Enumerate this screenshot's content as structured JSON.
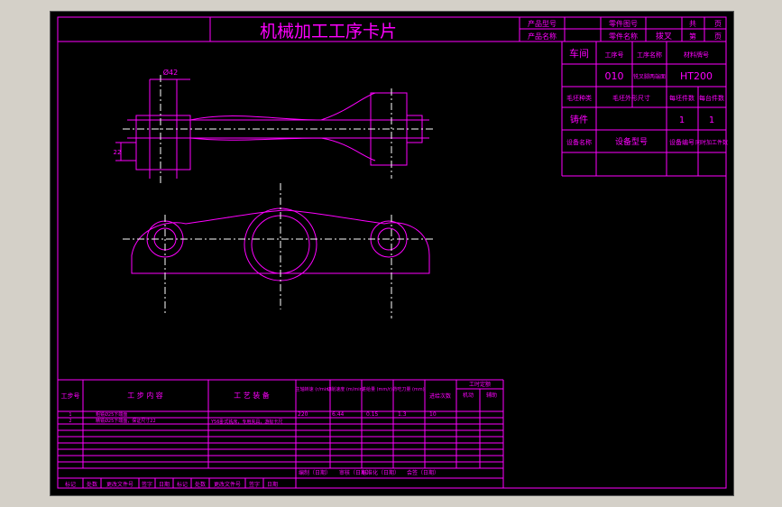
{
  "card": {
    "title": "机械加工工序卡片",
    "product_model_label": "产品型号",
    "product_name_label": "产品名称",
    "part_drawing_label": "零件图号",
    "part_name_label": "零件名称",
    "total_label": "共",
    "page_label": "页",
    "sheet_label": "第",
    "page_label2": "页",
    "part_name_value": "拨叉"
  },
  "header": {
    "workshop_label": "车间",
    "op_no_label": "工序号",
    "op_name_label": "工序名称",
    "material_label": "材料牌号",
    "op_no": "010",
    "op_name": "铣叉脚两端面",
    "material": "HT200",
    "blank_type_label": "毛坯种类",
    "blank_size_label": "毛坯外形尺寸",
    "blank_per_label": "每坯件数",
    "per_unit_label": "每台件数",
    "blank_type": "铸件",
    "blank_per": "1",
    "per_unit": "1",
    "equip_name_label": "设备名称",
    "equip_model_label": "设备型号",
    "equip_no_label": "设备编号",
    "simul_label": "同时加工件数"
  },
  "drawing": {
    "dim_diameter": "Ø42",
    "dim_height": "22"
  },
  "steps": {
    "col_step_no": "工步号",
    "col_content": "工 步 内 容",
    "col_equipment": "工 艺 装 备",
    "col_spindle": "主轴转速 (r/min)",
    "col_cut_speed": "切削速度 (m/min)",
    "col_feed": "进给量 (mm/r)",
    "col_depth": "背吃刀量 (mm)",
    "col_passes": "进给次数",
    "col_time": "工时定额",
    "col_time_machine": "机动",
    "col_time_aux": "辅助",
    "rows": [
      {
        "no": "1",
        "content": "粗铣Ø25下端面",
        "equipment": "",
        "spindle": "",
        "speed": "",
        "feed": "",
        "depth": "",
        "passes": ""
      },
      {
        "no": "2",
        "content": "精铣Ø25下端面，保证尺寸22",
        "equipment": "Y56卧式铣床，专用夹具，游标卡尺",
        "spindle": "220",
        "speed": "6.44",
        "feed": "0.15",
        "depth": "1.3",
        "passes": "10"
      }
    ]
  },
  "footer": {
    "design_label": "编制（日期）",
    "review_label": "审核（日期）",
    "std_label": "标准化（日期）",
    "approve_label": "会签（日期）",
    "labels": [
      "标记",
      "处数",
      "更改文件号",
      "签字",
      "日期",
      "标记",
      "处数",
      "更改文件号",
      "签字",
      "日期"
    ]
  }
}
